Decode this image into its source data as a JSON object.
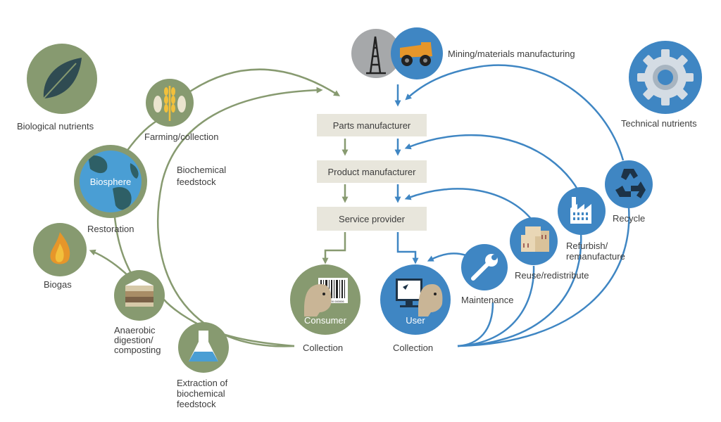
{
  "colors": {
    "bio_green": "#879a70",
    "bio_light": "#a5b48b",
    "tech_blue": "#3f86c3",
    "tech_dark": "#2f6ea7",
    "box_fill": "#e8e6dc",
    "dark_grey": "#6f7378"
  },
  "labels": {
    "biological_nutrients": "Biological nutrients",
    "technical_nutrients": "Technical nutrients",
    "mining": "Mining/materials manufacturing",
    "farming": "Farming/collection",
    "biochemical_feedstock": "Biochemical feedstock",
    "biosphere": "Biosphere",
    "restoration": "Restoration",
    "biogas": "Biogas",
    "anaerobic": "Anaerobic digestion/ composting",
    "extraction": "Extraction of biochemical feedstock",
    "consumer": "Consumer",
    "user": "User",
    "collection_left": "Collection",
    "collection_right": "Collection",
    "maintenance": "Maintenance",
    "reuse": "Reuse/redistribute",
    "refurbish": "Refurbish/ remanufacture",
    "recycle": "Recycle",
    "barcode_number": "9 780000 000006"
  },
  "chain": {
    "parts": "Parts manufacturer",
    "product": "Product manufacturer",
    "service": "Service provider"
  },
  "icons": {
    "leaf": "leaf-icon",
    "gear": "gear-icon",
    "oil_derrick": "oil-derrick-icon",
    "mining_truck": "mining-truck-icon",
    "farming": "wheat-fish-icon",
    "biosphere": "globe-icon",
    "biogas": "flame-icon",
    "anaerobic": "soil-layers-icon",
    "extraction": "flask-icon",
    "consumer": "consumer-barcode-icon",
    "user": "user-computer-icon",
    "maintenance": "wrench-icon",
    "reuse": "boxes-icon",
    "refurbish": "factory-icon",
    "recycle": "recycle-icon"
  }
}
